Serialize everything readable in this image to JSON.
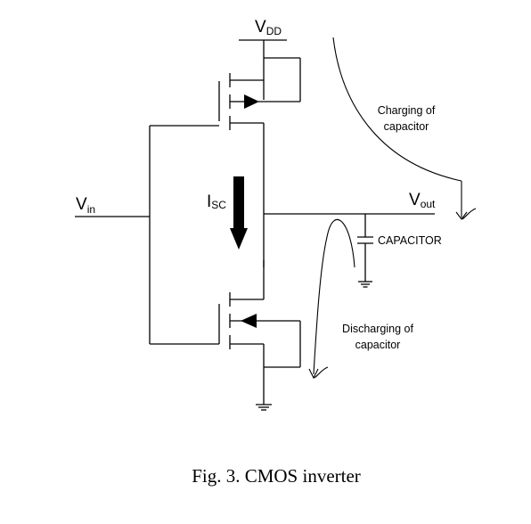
{
  "labels": {
    "vdd_main": "V",
    "vdd_sub": "DD",
    "vin_main": "V",
    "vin_sub": "in",
    "vout_main": "V",
    "vout_sub": "out",
    "isc_main": "I",
    "isc_sub": "SC",
    "capacitor": "CAPACITOR",
    "charging_line1": "Charging of",
    "charging_line2": "capacitor",
    "discharging_line1": "Discharging of",
    "discharging_line2": "capacitor"
  },
  "caption": "Fig. 3. CMOS inverter",
  "colors": {
    "ink": "#000000",
    "background": "#ffffff"
  }
}
